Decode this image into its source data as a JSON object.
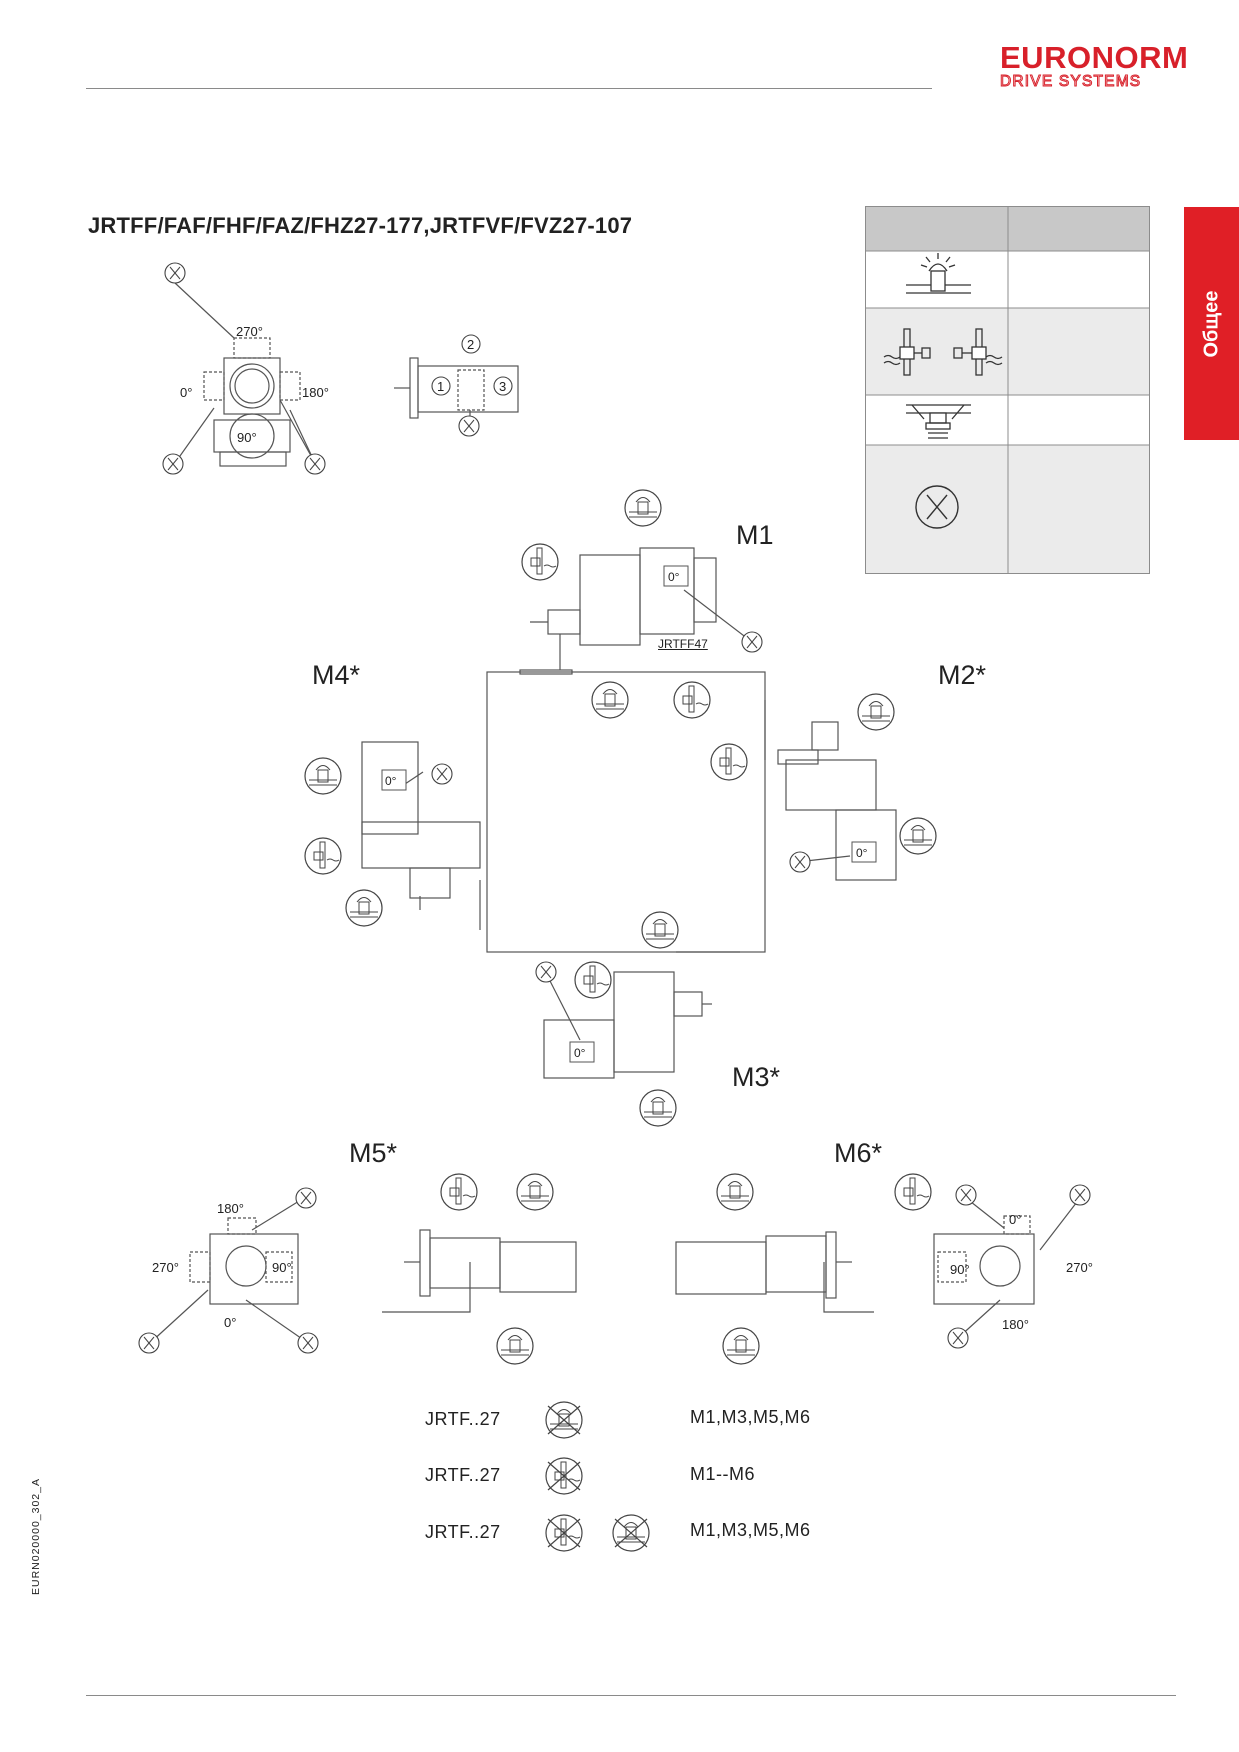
{
  "header": {
    "logo_main": "EURONORM",
    "logo_sub": "DRIVE SYSTEMS",
    "section_tab": "Общее"
  },
  "document": {
    "title": "JRTFF/FAF/FHF/FAZ/FHZ27-177,JRTFVF/FVZ27-107",
    "doc_id": "EURN020000_302_A"
  },
  "position_diagram": {
    "angles": {
      "a270": "270°",
      "a0": "0°",
      "a180": "180°",
      "a90": "90°"
    },
    "side_numbers": [
      "1",
      "2",
      "3"
    ]
  },
  "mounting_positions": {
    "m1": "M1",
    "m2": "M2*",
    "m3": "M3*",
    "m4": "M4*",
    "m5": "M5*",
    "m6": "M6*",
    "model_note": "JRTFF47",
    "terminal_box_angle": "0°"
  },
  "m5_view": {
    "a180": "180°",
    "a270": "270°",
    "a90": "90°",
    "a0": "0°"
  },
  "m6_view": {
    "a0": "0°",
    "a90": "90°",
    "a270": "270°",
    "a180": "180°"
  },
  "restrictions": [
    {
      "model": "JRTF..27",
      "positions": "M1,M3,M5,M6"
    },
    {
      "model": "JRTF..27",
      "positions": "M1--M6"
    },
    {
      "model": "JRTF..27",
      "positions": "M1,M3,M5,M6"
    }
  ],
  "legend": {
    "symbols": [
      "breather-icon",
      "oil-level-icon",
      "drain-plug-icon",
      "terminal-box-position-icon"
    ]
  },
  "colors": {
    "brand_red": "#e01f26",
    "line_gray": "#555555",
    "table_header": "#c8c8c8",
    "table_row": "#ebebeb"
  }
}
